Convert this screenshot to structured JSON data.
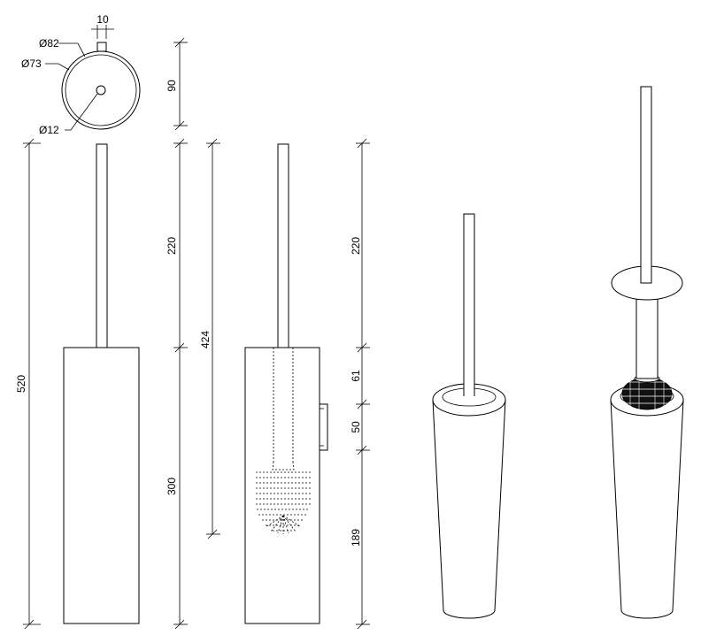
{
  "top_view": {
    "tab_width": "10",
    "outer_diameter": "Ø82",
    "inner_diameter": "Ø73",
    "hole_diameter": "Ø12",
    "height": "90"
  },
  "front_view": {
    "overall_height": "520",
    "handle_length": "220",
    "holder_height": "300"
  },
  "side_view": {
    "brush_depth": "424",
    "handle_length": "220",
    "to_bracket": "61",
    "bracket_height": "50",
    "bracket_to_base": "189"
  }
}
